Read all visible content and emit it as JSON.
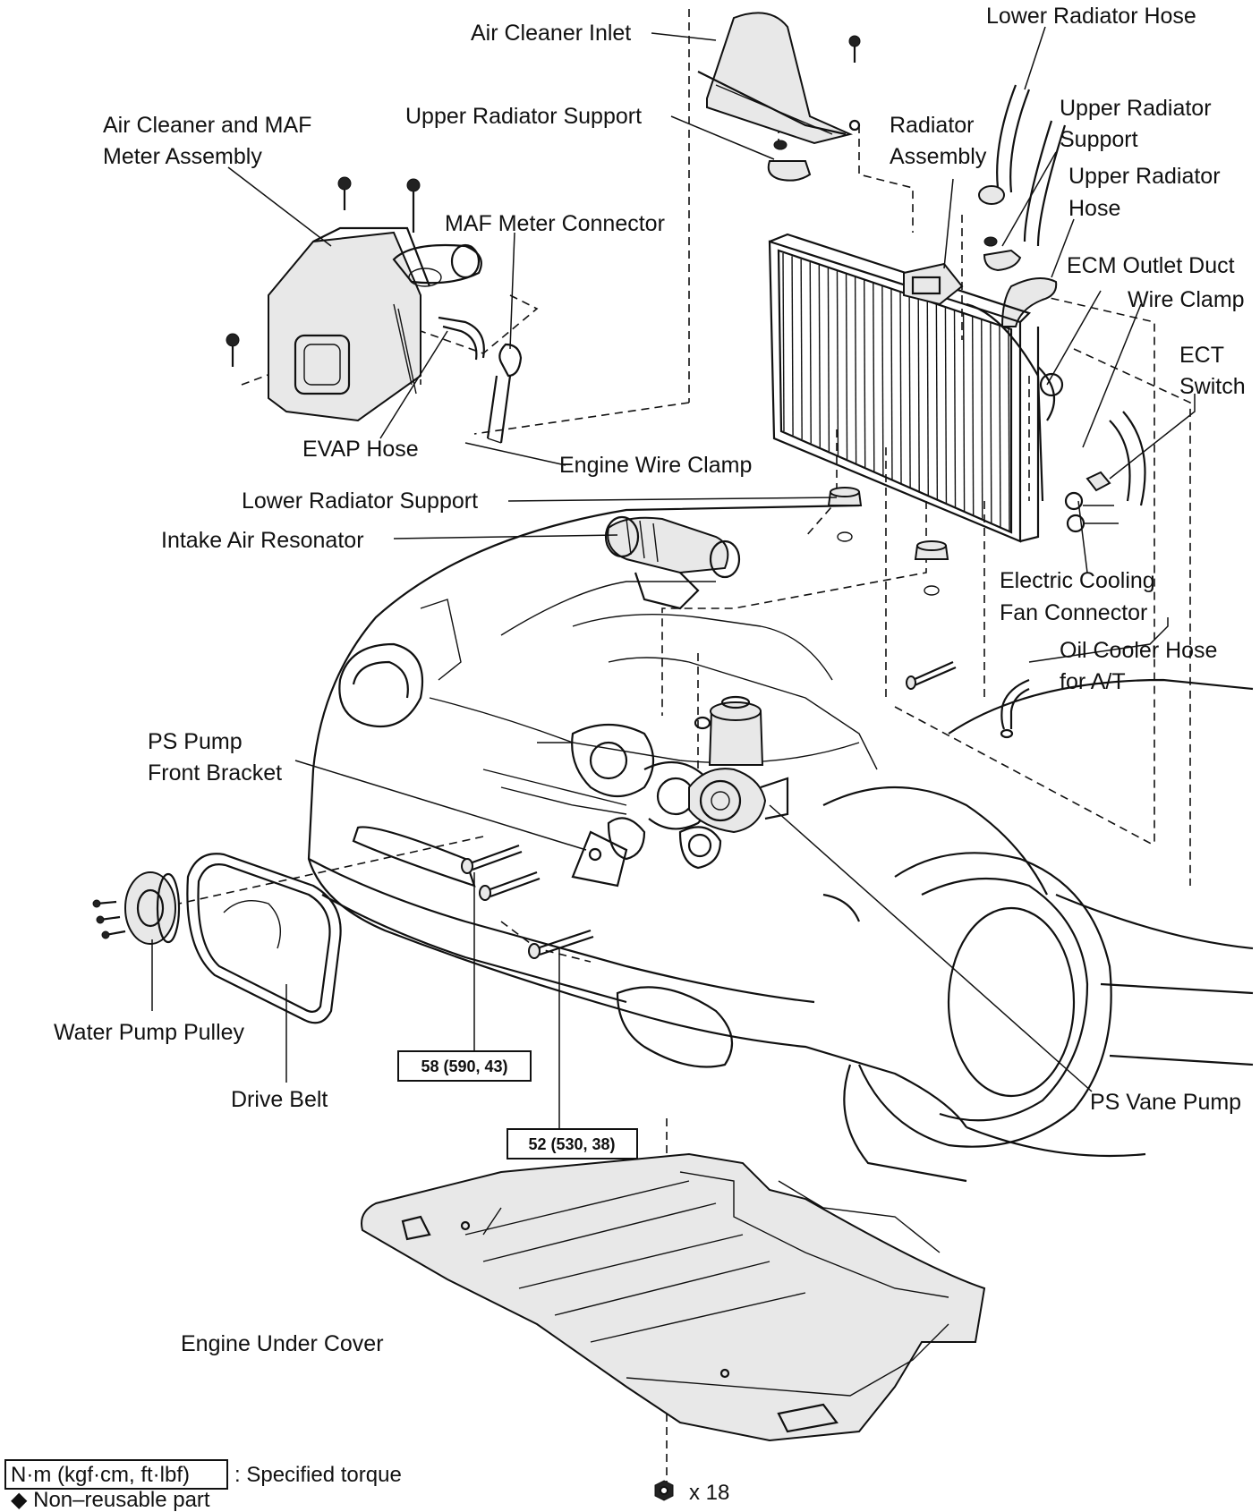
{
  "labels": {
    "air_cleaner_inlet": "Air Cleaner Inlet",
    "lower_radiator_hose": "Lower Radiator Hose",
    "air_cleaner_maf_1": "Air Cleaner and MAF",
    "air_cleaner_maf_2": "Meter Assembly",
    "upper_radiator_support_top": "Upper Radiator Support",
    "radiator_assembly_1": "Radiator",
    "radiator_assembly_2": "Assembly",
    "upper_radiator_support_right_1": "Upper Radiator",
    "upper_radiator_support_right_2": "Support",
    "upper_radiator_hose_1": "Upper Radiator",
    "upper_radiator_hose_2": "Hose",
    "maf_meter_connector": "MAF Meter Connector",
    "ecm_outlet_duct": "ECM Outlet Duct",
    "wire_clamp": "Wire Clamp",
    "ect_switch_1": "ECT",
    "ect_switch_2": "Switch",
    "evap_hose": "EVAP Hose",
    "engine_wire_clamp": "Engine Wire Clamp",
    "lower_radiator_support": "Lower Radiator Support",
    "intake_air_resonator": "Intake Air Resonator",
    "electric_cooling_fan_1": "Electric Cooling",
    "electric_cooling_fan_2": "Fan Connector",
    "oil_cooler_hose_1": "Oil Cooler Hose",
    "oil_cooler_hose_2": "for A/T",
    "ps_pump_front_bracket_1": "PS Pump",
    "ps_pump_front_bracket_2": "Front Bracket",
    "water_pump_pulley": "Water Pump Pulley",
    "drive_belt": "Drive Belt",
    "ps_vane_pump": "PS Vane Pump",
    "engine_under_cover": "Engine Under Cover"
  },
  "torque": {
    "bracket_bolts": "58 (590, 43)",
    "pump_bolt": "52 (530, 38)"
  },
  "legend": {
    "torque_unit": "N·m (kgf·cm, ft·lbf)",
    "torque_meaning": ": Specified torque",
    "non_reusable": "◆ Non–reusable part",
    "clip_count": "x 18"
  }
}
